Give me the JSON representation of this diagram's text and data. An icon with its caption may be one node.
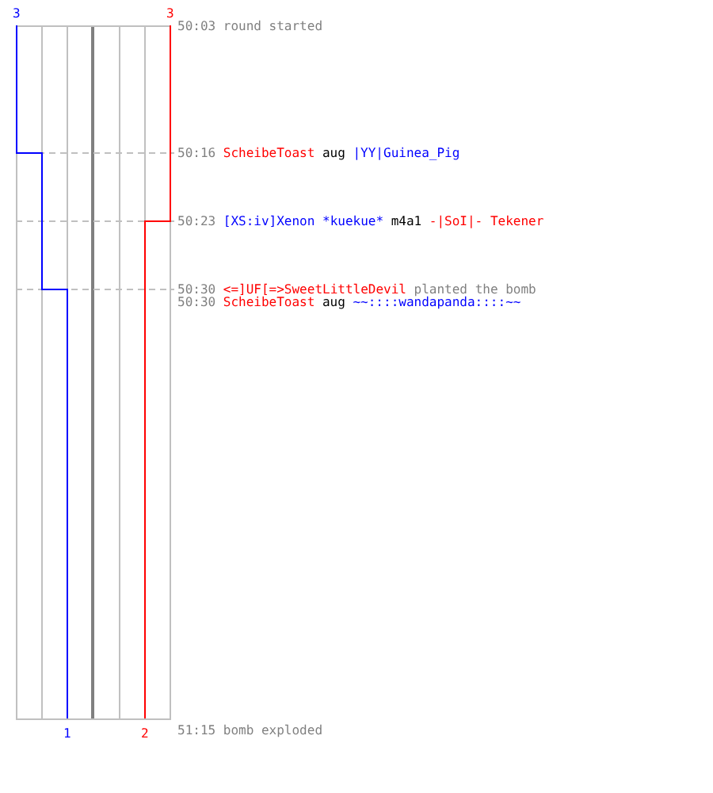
{
  "diagram": {
    "labels": [
      "3",
      "3",
      "50:03",
      "round started",
      "50:16",
      "ScheibeToast",
      "aug",
      "|YY|Guinea_Pig",
      "50:23",
      "[XS:iv]Xenon *kuekue*",
      "m4a1",
      "-|SoI|- Tekener",
      "50:30",
      "<=]UF[=>SweetLittleDevil",
      "planted the bomb",
      "50:30",
      "ScheibeToast",
      "aug",
      "~~::::wandapanda::::~~",
      "1",
      "2",
      "51:15",
      "bomb exploded"
    ]
  }
}
